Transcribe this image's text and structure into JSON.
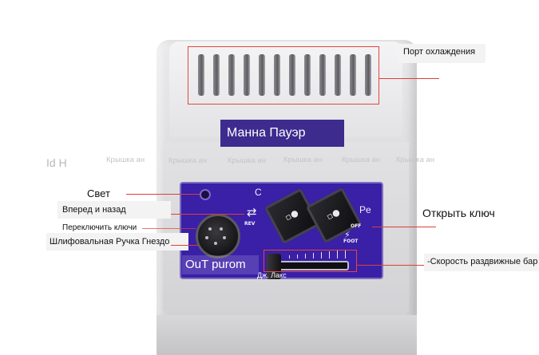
{
  "device": {
    "display_text": "Манна Пауэр",
    "panel_top_letter": "C",
    "panel_right_label": "Pe",
    "rev_label": "REV",
    "off_label": "OFF",
    "foot_label": "FOOT",
    "panel_overlay_text": "OuT purom",
    "slider_overlay_text": "Дж. Лакс"
  },
  "callouts": {
    "cooling_port": "Порт охлаждения",
    "light": "Свет",
    "forward_back": "Вперед и назад",
    "switch_keys": "Переключить ключи",
    "handpiece_socket": "Шлифовальная Ручка Гнездо",
    "open_key": "Открыть ключ",
    "speed_slider": "-Скорость раздвижные бар"
  },
  "watermark": {
    "left_fragment": "Id H",
    "repeats": [
      "Крышка ан",
      "Крышка ан",
      "Крышка ан",
      "Крышка ан",
      "Крышка ан",
      "Крышка ан"
    ]
  },
  "colors": {
    "panel_purple": "#3a1fa7",
    "display_purple": "#3d2b8e",
    "callout_red": "#d9413a"
  }
}
